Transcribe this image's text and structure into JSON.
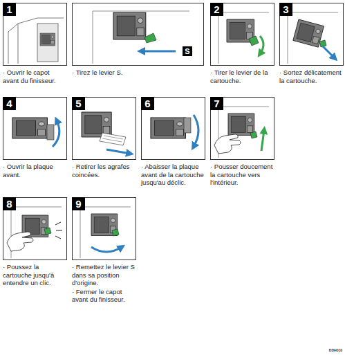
{
  "diagram": {
    "nodes": [
      {
        "text": [
          "1",
          "· Ouvrir le capot avant du finisseur."
        ]
      },
      {
        "text": [
          "· Tirez le levier S."
        ]
      },
      {
        "text": [
          "2",
          "· Tirer le levier de la cartouche."
        ]
      },
      {
        "text": [
          "3",
          "· Sortez délicatement la cartouche."
        ]
      },
      {
        "text": [
          "4",
          "· Ouvrir la plaque avant."
        ]
      },
      {
        "text": [
          "5",
          "· Retirer les agrafes coincées."
        ]
      },
      {
        "text": [
          "6",
          "· Abaisser la plaque avant de la cartouche jusqu'au déclic."
        ]
      },
      {
        "text": [
          "7",
          "· Pousser doucement la cartouche vers l'intérieur."
        ]
      },
      {
        "text": [
          "8",
          "· Poussez la cartouche jusqu'à entendre un clic."
        ]
      },
      {
        "text": [
          "9",
          "· Remettez le levier S dans sa position d'origine.",
          "· Fermer le capot avant du finisseur."
        ]
      }
    ],
    "labels": [
      "S",
      "DDH010"
    ]
  }
}
